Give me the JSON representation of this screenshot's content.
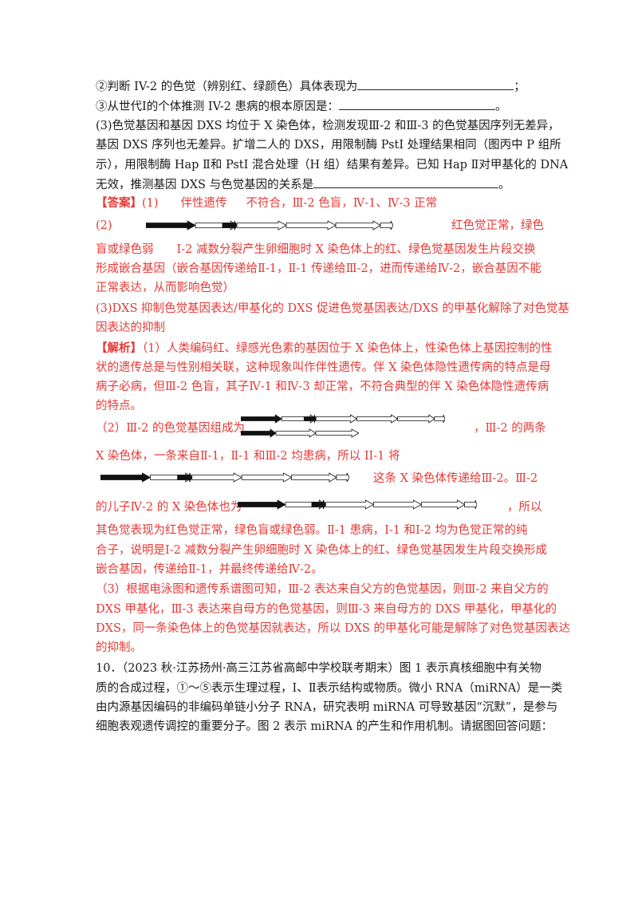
{
  "q2": {
    "line1_text": "②判断 IV-2 的色觉（辨别红、绿颜色）具体表现为",
    "line1_end": "；",
    "line2_text": "③从世代Ⅰ的个体推测 IV-2 患病的根本原因是：",
    "line2_end": "。"
  },
  "q3": {
    "line1": "(3)色觉基因和基因 DXS 均位于 X 染色体，检测发现Ⅲ-2 和Ⅲ-3 的色觉基因序列无差异，",
    "line2": "基因 DXS 序列也无差异。扩增二人的 DXS，用限制酶 PstI 处理结果相同（图丙中 P 组所",
    "line3": "示），用限制酶 Hap Ⅱ和 PstI 混合处理（H 组）结果有差异。已知 Hap Ⅱ对甲基化的 DNA",
    "line4_text": "无效，推测基因 DXS 与色觉基因的关系是",
    "line4_end": "。"
  },
  "answer": {
    "tag": "【答案】",
    "a1_num": "(1)",
    "a1_part1": "伴性遗传",
    "a1_part2": "不符合，Ⅲ-2 色盲，Ⅳ-1、Ⅳ-3 正常",
    "a2_num": "(2)",
    "a2_tail": "红色觉正常，绿色",
    "a2_line2": "盲或绿色弱　　Ⅰ-2 减数分裂产生卵细胞时 X 染色体上的红、绿色觉基因发生片段交换",
    "a2_line3": "形成嵌合基因（嵌合基因传递给Ⅱ-1，Ⅱ-1 传递给Ⅲ-2，进而传递给Ⅳ-2，嵌合基因不能",
    "a2_line4": "正常表达，从而影响色觉）",
    "a3_line1": "(3)DXS 抑制色觉基因表达/甲基化的 DXS 促进色觉基因表达/DXS 的甲基化解除了对色觉基",
    "a3_line2": "因表达的抑制"
  },
  "analysis": {
    "tag": "【解析】",
    "p1_line1": "（1）人类编码红、绿感光色素的基因位于 X 染色体上，性染色体上基因控制的性",
    "p1_line2": "状的遗传总是与性别相关联，这种现象叫作伴性遗传。伴 X 染色体隐性遗传病的特点是母",
    "p1_line3": "病子必病，但Ⅲ-2 色盲，其子Ⅳ-1 和Ⅳ-3 却正常，不符合典型的伴 X 染色体隐性遗传病",
    "p1_line4": "的特点。",
    "p2_head": "（2）Ⅲ-2 的色觉基因组成为",
    "p2_tail": "，Ⅲ-2 的两条",
    "p2_line2": "X 染色体，一条来自Ⅱ-1，Ⅱ-1 和Ⅲ-2 均患病，所以 II-1 将",
    "p2_line3_tail": "这条 X 染色体传递给Ⅲ-2。Ⅲ-2",
    "p2_line4_head": "的儿子Ⅳ-2 的 X 染色体也为",
    "p2_line4_tail": "，所以",
    "p2_line5": "其色觉表现为红色觉正常，绿色盲或绿色弱。Ⅱ-1 患病，Ⅰ-1 和Ⅰ-2 均为色觉正常的纯",
    "p2_line6": "合子，说明是Ⅰ-2 减数分裂产生卵细胞时 X 染色体上的红、绿色觉基因发生片段交换形成",
    "p2_line7": "嵌合基因，传递给Ⅱ-1，并最终传递给Ⅳ-2。",
    "p3_line1": "（3）根据电泳图和遗传系谱图可知，Ⅲ-2 表达来自父方的色觉基因，则Ⅲ-2 来自父方的",
    "p3_line2": "DXS 甲基化，Ⅲ-3 表达来自母方的色觉基因，则Ⅲ-3 来自母方的 DXS 甲基化，甲基化的",
    "p3_line3": "DXS，同一条染色体上的色觉基因就表达，所以 DXS 的甲基化可能是解除了对色觉基因表达",
    "p3_line4": "的抑制。"
  },
  "q10": {
    "line1": "10．（2023 秋·江苏扬州·高三江苏省高邮中学校联考期末）图 1 表示真核细胞中有关物",
    "line2": "质的合成过程，①～⑤表示生理过程，Ⅰ、Ⅱ表示结构或物质。微小 RNA（miRNA）是一类",
    "line3": "由内源基因编码的非编码单链小分子 RNA，研究表明 miRNA 可导致基因“沉默”，是参与",
    "line4": "细胞表观遗传调控的重要分子。图 2 表示 miRNA 的产生和作用机制。请据图回答问题："
  },
  "colors": {
    "answer_red": "#e53935",
    "text": "#1a1a1a"
  }
}
